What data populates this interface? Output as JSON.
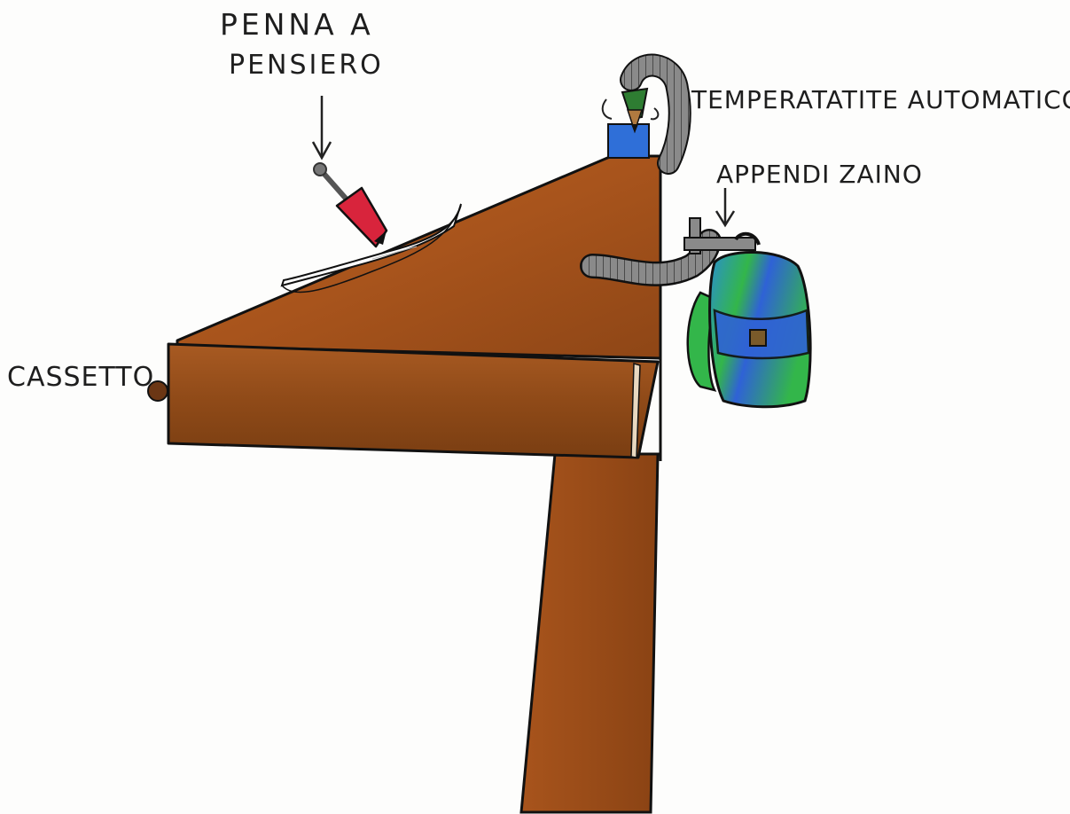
{
  "labels": {
    "pen_line1": "Penna a",
    "pen_line2": "Pensiero",
    "sharpener": "Temperatatite Automatico",
    "backpack_hook": "Appendi zaino",
    "drawer": "Cassetto"
  },
  "colors": {
    "wood": "#a8541c",
    "wood_dark": "#7a3a10",
    "outline": "#111111",
    "hose": "#7d7d7d",
    "pen_body": "#d8243c",
    "sharpener_box": "#2f6fd8",
    "pencil_green": "#2e7d32",
    "backpack_blue": "#2f62d6",
    "backpack_green": "#33b64a",
    "paper": "#ffffff"
  },
  "icons": [
    "pen-icon",
    "pencil-sharpener-icon",
    "hose-icon",
    "hook-icon",
    "backpack-icon",
    "drawer-knob-icon",
    "arrow-down-icon"
  ]
}
